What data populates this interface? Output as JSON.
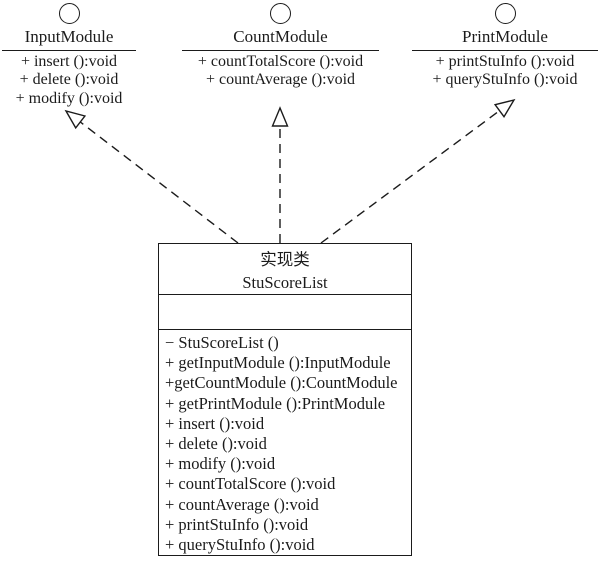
{
  "interfaces": [
    {
      "name": "InputModule",
      "methods": [
        "+ insert ():void",
        "+ delete ():void",
        "+ modify ():void"
      ]
    },
    {
      "name": "CountModule",
      "methods": [
        "+ countTotalScore ():void",
        "+ countAverage ():void"
      ]
    },
    {
      "name": "PrintModule",
      "methods": [
        "+ printStuInfo ():void",
        "+ queryStuInfo ():void"
      ]
    }
  ],
  "class_box": {
    "stereotype": "实现类",
    "name": "StuScoreList",
    "methods": [
      "− StuScoreList ()",
      "+ getInputModule ():InputModule",
      "+getCountModule ():CountModule",
      "+ getPrintModule ():PrintModule",
      "+ insert ():void",
      "+ delete ():void",
      "+ modify ():void",
      "+ countTotalScore ():void",
      "+ countAverage ():void",
      "+ printStuInfo ():void",
      "+ queryStuInfo ():void"
    ]
  },
  "colors": {
    "ink": "#1b1b1b",
    "background": "#ffffff"
  }
}
